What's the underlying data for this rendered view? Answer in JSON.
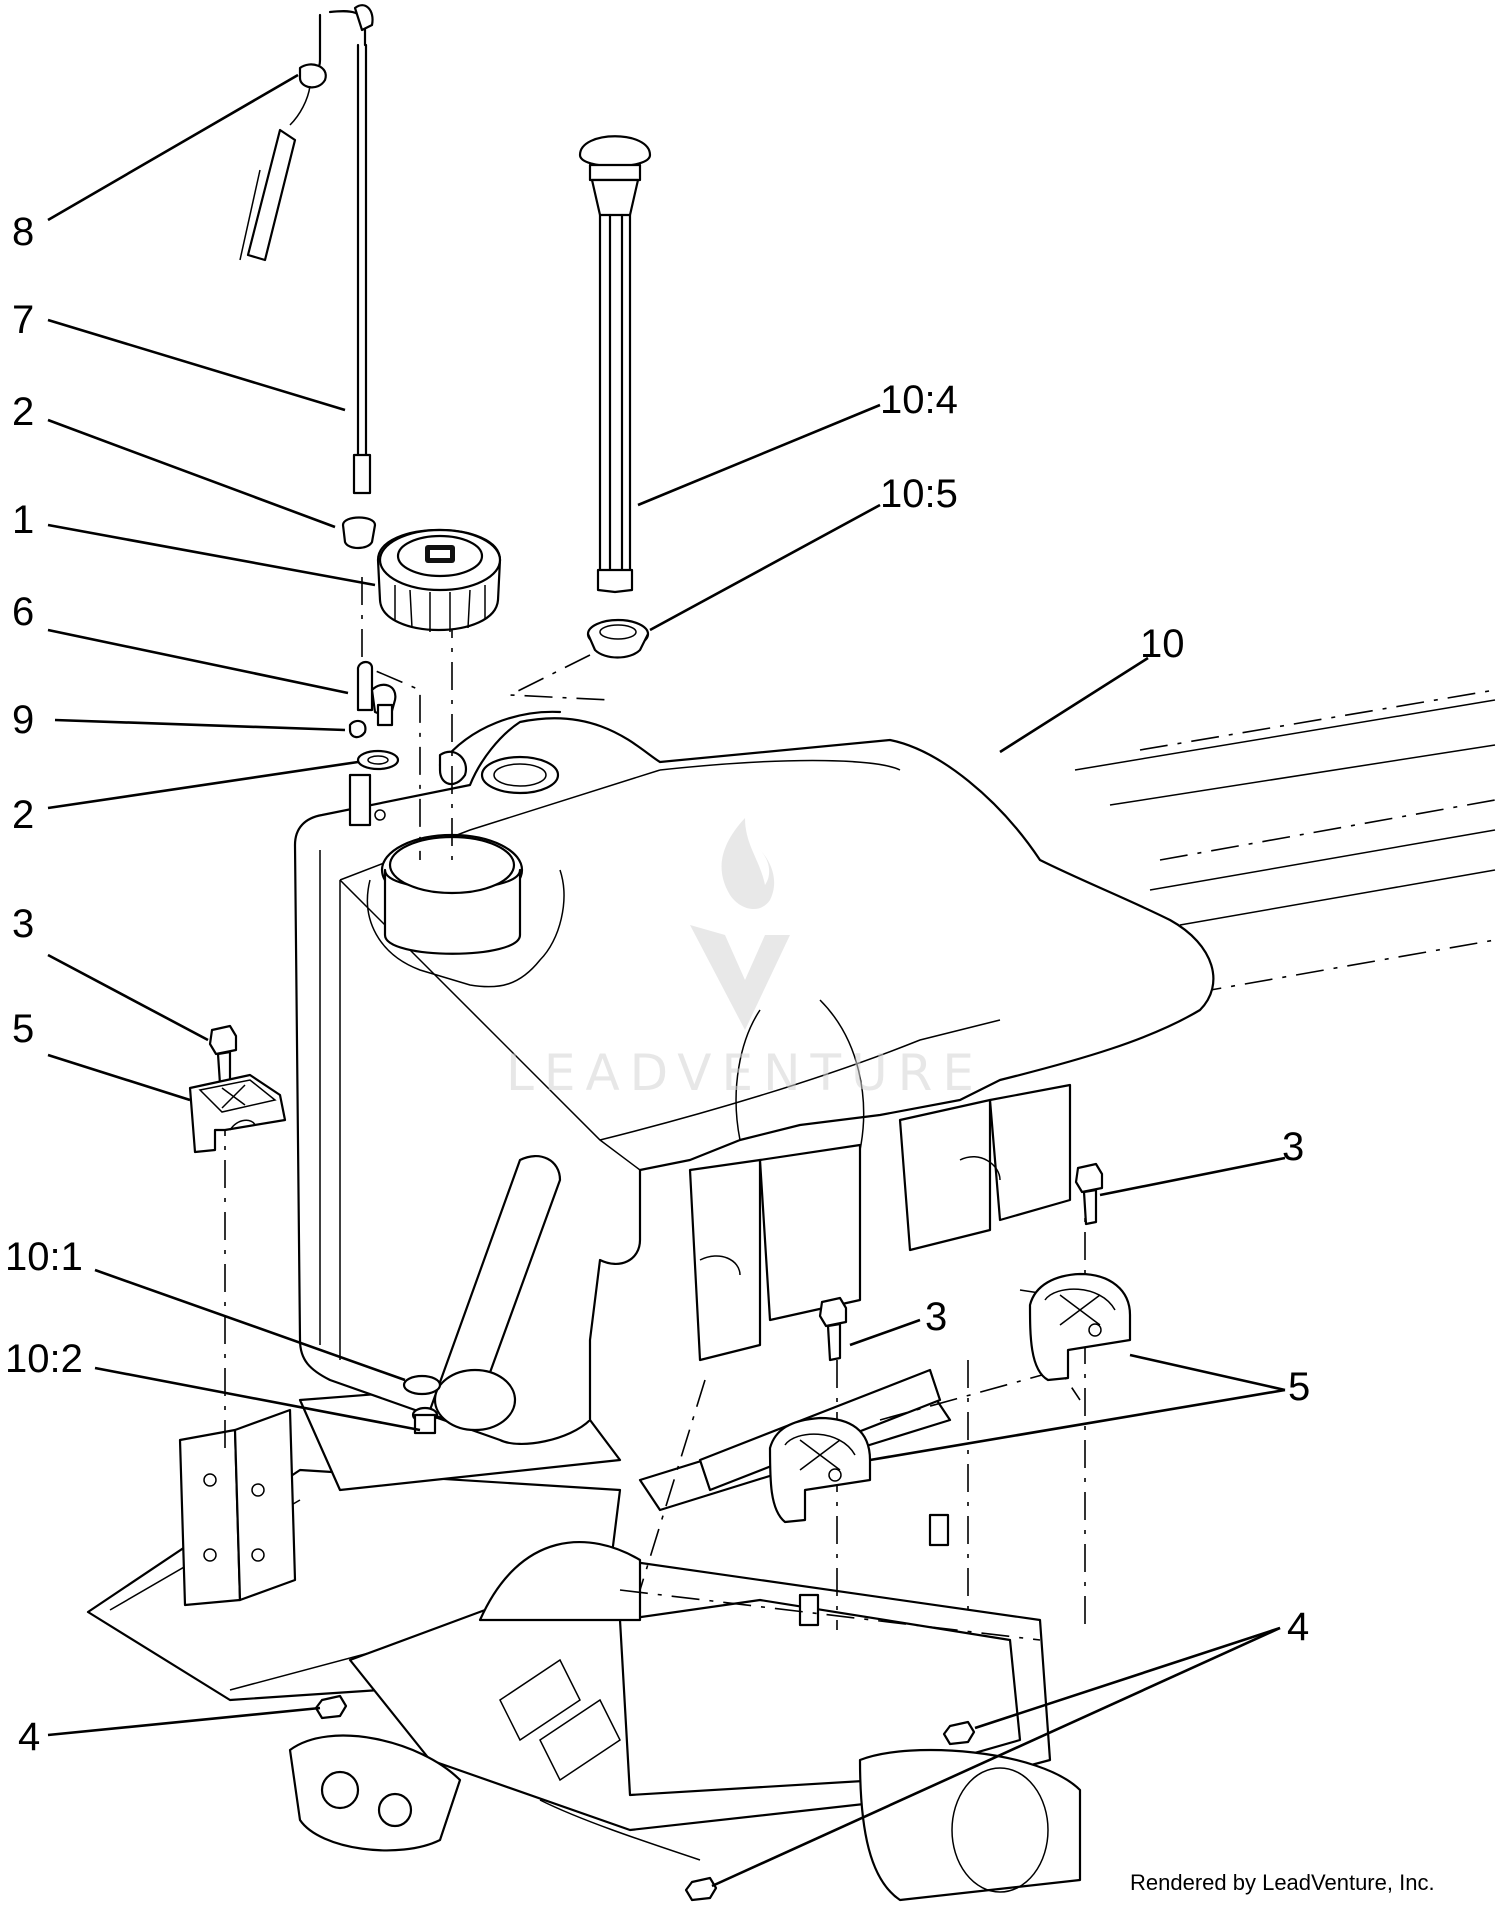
{
  "callouts": {
    "c8": "8",
    "c7": "7",
    "c2a": "2",
    "c1": "1",
    "c6": "6",
    "c9": "9",
    "c2b": "2",
    "c3a": "3",
    "c5a": "5",
    "c10_1": "10:1",
    "c10_2": "10:2",
    "c4a": "4",
    "c10_4": "10:4",
    "c10_5": "10:5",
    "c10": "10",
    "c3b": "3",
    "c3c": "3",
    "c5b": "5",
    "c4b": "4"
  },
  "watermark": "LEADVENTURE",
  "credit": "Rendered by LeadVenture, Inc."
}
